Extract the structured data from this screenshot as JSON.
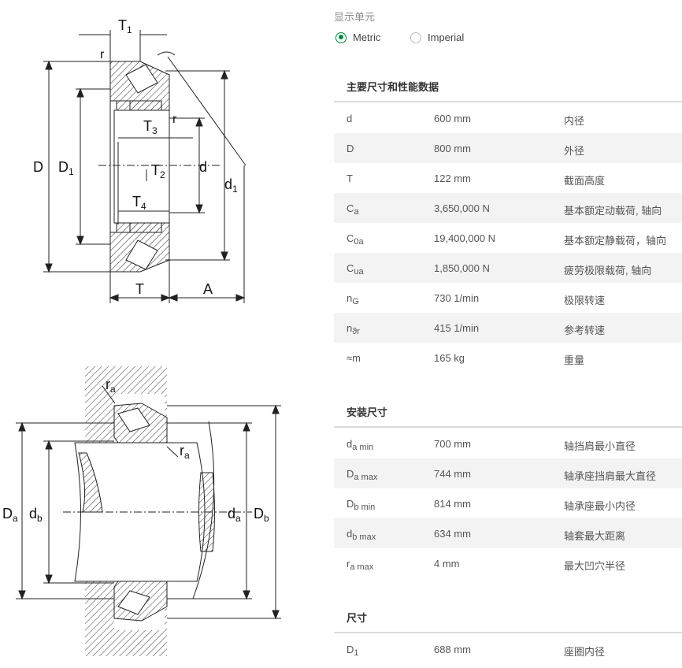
{
  "diagram_labels": {
    "top": {
      "T1": "T",
      "T1_sub": "1",
      "r_top": "r",
      "r_mid": "r",
      "T3": "T",
      "T3_sub": "3",
      "T2": "T",
      "T2_sub": "2",
      "T4": "T",
      "T4_sub": "4",
      "D": "D",
      "D1": "D",
      "D1_sub": "1",
      "d": "d",
      "d1": "d",
      "d1_sub": "1",
      "T": "T",
      "A": "A"
    },
    "bottom": {
      "ra_top": "r",
      "ra_top_sub": "a",
      "ra_right": "r",
      "ra_right_sub": "a",
      "Da": "D",
      "Da_sub": "a",
      "db": "d",
      "db_sub": "b",
      "da": "d",
      "da_sub": "a",
      "Db": "D",
      "Db_sub": "b"
    }
  },
  "unit_selector": {
    "title": "显示单元",
    "options": [
      {
        "label": "Metric",
        "selected": true
      },
      {
        "label": "Imperial",
        "selected": false
      }
    ]
  },
  "sections": [
    {
      "title": "主要尺寸和性能数据",
      "rows": [
        {
          "sym": "d",
          "sub": "",
          "value": "600 mm",
          "desc": "内径"
        },
        {
          "sym": "D",
          "sub": "",
          "value": "800 mm",
          "desc": "外径"
        },
        {
          "sym": "T",
          "sub": "",
          "value": "122 mm",
          "desc": "截面高度"
        },
        {
          "sym": "C",
          "sub": "a",
          "value": "3,650,000 N",
          "desc": "基本额定动载荷, 轴向"
        },
        {
          "sym": "C",
          "sub": "0a",
          "value": "19,400,000 N",
          "desc": "基本额定静载荷，轴向"
        },
        {
          "sym": "C",
          "sub": "ua",
          "value": "1,850,000 N",
          "desc": "疲劳极限载荷, 轴向"
        },
        {
          "sym": "n",
          "sub": "G",
          "value": "730 1/min",
          "desc": "极限转速"
        },
        {
          "sym": "n",
          "sub": "ϑr",
          "value": "415 1/min",
          "desc": "参考转速"
        },
        {
          "sym": "≈m",
          "sub": "",
          "value": "165 kg",
          "desc": "重量"
        }
      ]
    },
    {
      "title": "安装尺寸",
      "rows": [
        {
          "sym": "d",
          "sub": "a min",
          "value": "700 mm",
          "desc": "轴挡肩最小直径"
        },
        {
          "sym": "D",
          "sub": "a max",
          "value": "744 mm",
          "desc": "轴承座挡肩最大直径"
        },
        {
          "sym": "D",
          "sub": "b min",
          "value": "814 mm",
          "desc": "轴承座最小内径"
        },
        {
          "sym": "d",
          "sub": "b max",
          "value": "634 mm",
          "desc": "轴套最大距离"
        },
        {
          "sym": "r",
          "sub": "a max",
          "value": "4 mm",
          "desc": "最大凹穴半径"
        }
      ]
    },
    {
      "title": "尺寸",
      "rows": [
        {
          "sym": "D",
          "sub": "1",
          "value": "688 mm",
          "desc": "座圈内径"
        }
      ]
    }
  ]
}
